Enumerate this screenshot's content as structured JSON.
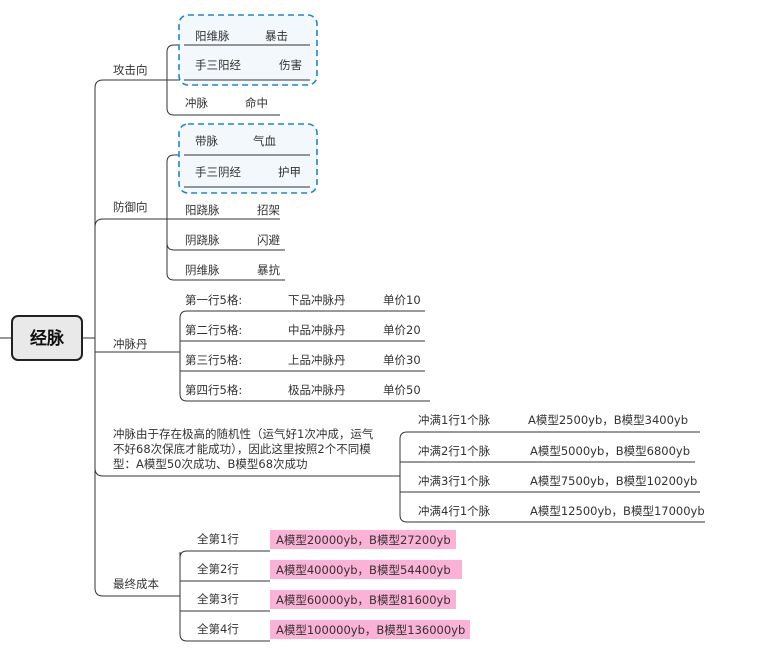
{
  "root": {
    "label": "经脉"
  },
  "attack": {
    "label": "攻击向",
    "items": [
      {
        "a": "阳维脉",
        "b": "暴击"
      },
      {
        "a": "手三阳经",
        "b": "伤害"
      },
      {
        "a": "冲脉",
        "b": "命中"
      }
    ]
  },
  "defense": {
    "label": "防御向",
    "items": [
      {
        "a": "带脉",
        "b": "气血"
      },
      {
        "a": "手三阴经",
        "b": "护甲"
      },
      {
        "a": "阳跷脉",
        "b": "招架"
      },
      {
        "a": "阴跷脉",
        "b": "闪避"
      },
      {
        "a": "阴维脉",
        "b": "暴抗"
      }
    ]
  },
  "pill": {
    "label": "冲脉丹",
    "rows": [
      {
        "a": "第一行5格:",
        "b": "下品冲脉丹",
        "c": "单价10"
      },
      {
        "a": "第二行5格:",
        "b": "中品冲脉丹",
        "c": "单价20"
      },
      {
        "a": "第三行5格:",
        "b": "上品冲脉丹",
        "c": "单价30"
      },
      {
        "a": "第四行5格:",
        "b": "极品冲脉丹",
        "c": "单价50"
      }
    ]
  },
  "random": {
    "lines": [
      "冲脉由于存在极高的随机性（运气好1次冲成，运气",
      "不好68次保底才能成功），因此这里按照2个不同模",
      "型：A模型50次成功、B模型68次成功"
    ],
    "rows": [
      {
        "a": "冲满1行1个脉",
        "b": "A模型2500yb，B模型3400yb"
      },
      {
        "a": "冲满2行1个脉",
        "b": "A模型5000yb，B模型6800yb"
      },
      {
        "a": "冲满3行1个脉",
        "b": "A模型7500yb，B模型10200yb"
      },
      {
        "a": "冲满4行1个脉",
        "b": "A模型12500yb，B模型17000yb"
      }
    ]
  },
  "cost": {
    "label": "最终成本",
    "rows": [
      {
        "a": "全第1行",
        "b": "A模型20000yb，B模型27200yb"
      },
      {
        "a": "全第2行",
        "b": "A模型40000yb，B模型54400yb"
      },
      {
        "a": "全第3行",
        "b": "A模型60000yb，B模型81600yb"
      },
      {
        "a": "全第4行",
        "b": "A模型100000yb，B模型136000yb"
      }
    ]
  },
  "colors": {
    "highlight": "#fbb2d6",
    "dash": "#1e88c8",
    "line": "#333333"
  }
}
